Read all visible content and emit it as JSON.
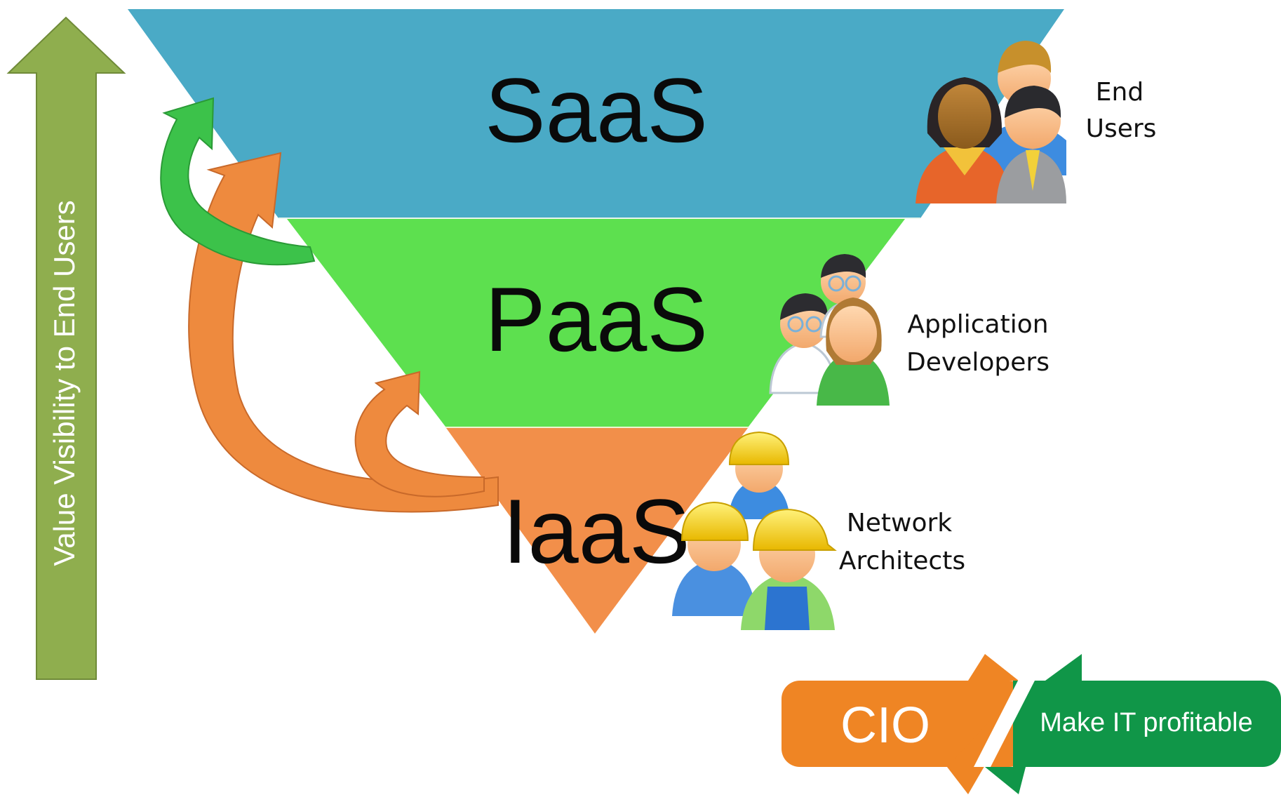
{
  "axis": {
    "label": "Value Visibility to End Users",
    "color": "#8fae4e"
  },
  "tiers": [
    {
      "id": "saas",
      "label": "SaaS",
      "color": "#4aaac6"
    },
    {
      "id": "paas",
      "label": "PaaS",
      "color": "#5de04f"
    },
    {
      "id": "iaas",
      "label": "IaaS",
      "color": "#f28f4a"
    }
  ],
  "roles": [
    {
      "tier": "saas",
      "lines": [
        "End",
        "Users"
      ],
      "icon": "business-people-icon"
    },
    {
      "tier": "paas",
      "lines": [
        "Application",
        "Developers"
      ],
      "icon": "developers-icon"
    },
    {
      "tier": "iaas",
      "lines": [
        "Network",
        "Architects"
      ],
      "icon": "construction-workers-icon"
    }
  ],
  "arrows": [
    {
      "from": "paas",
      "to": "saas",
      "color": "#3cc24a"
    },
    {
      "from": "iaas",
      "to": "saas",
      "color": "#e8843c"
    },
    {
      "from": "iaas",
      "to": "paas",
      "color": "#e8843c"
    }
  ],
  "badge": {
    "left_text": "CIO",
    "right_text": "Make IT profitable",
    "left_color": "#ef8524",
    "right_color": "#109648"
  }
}
